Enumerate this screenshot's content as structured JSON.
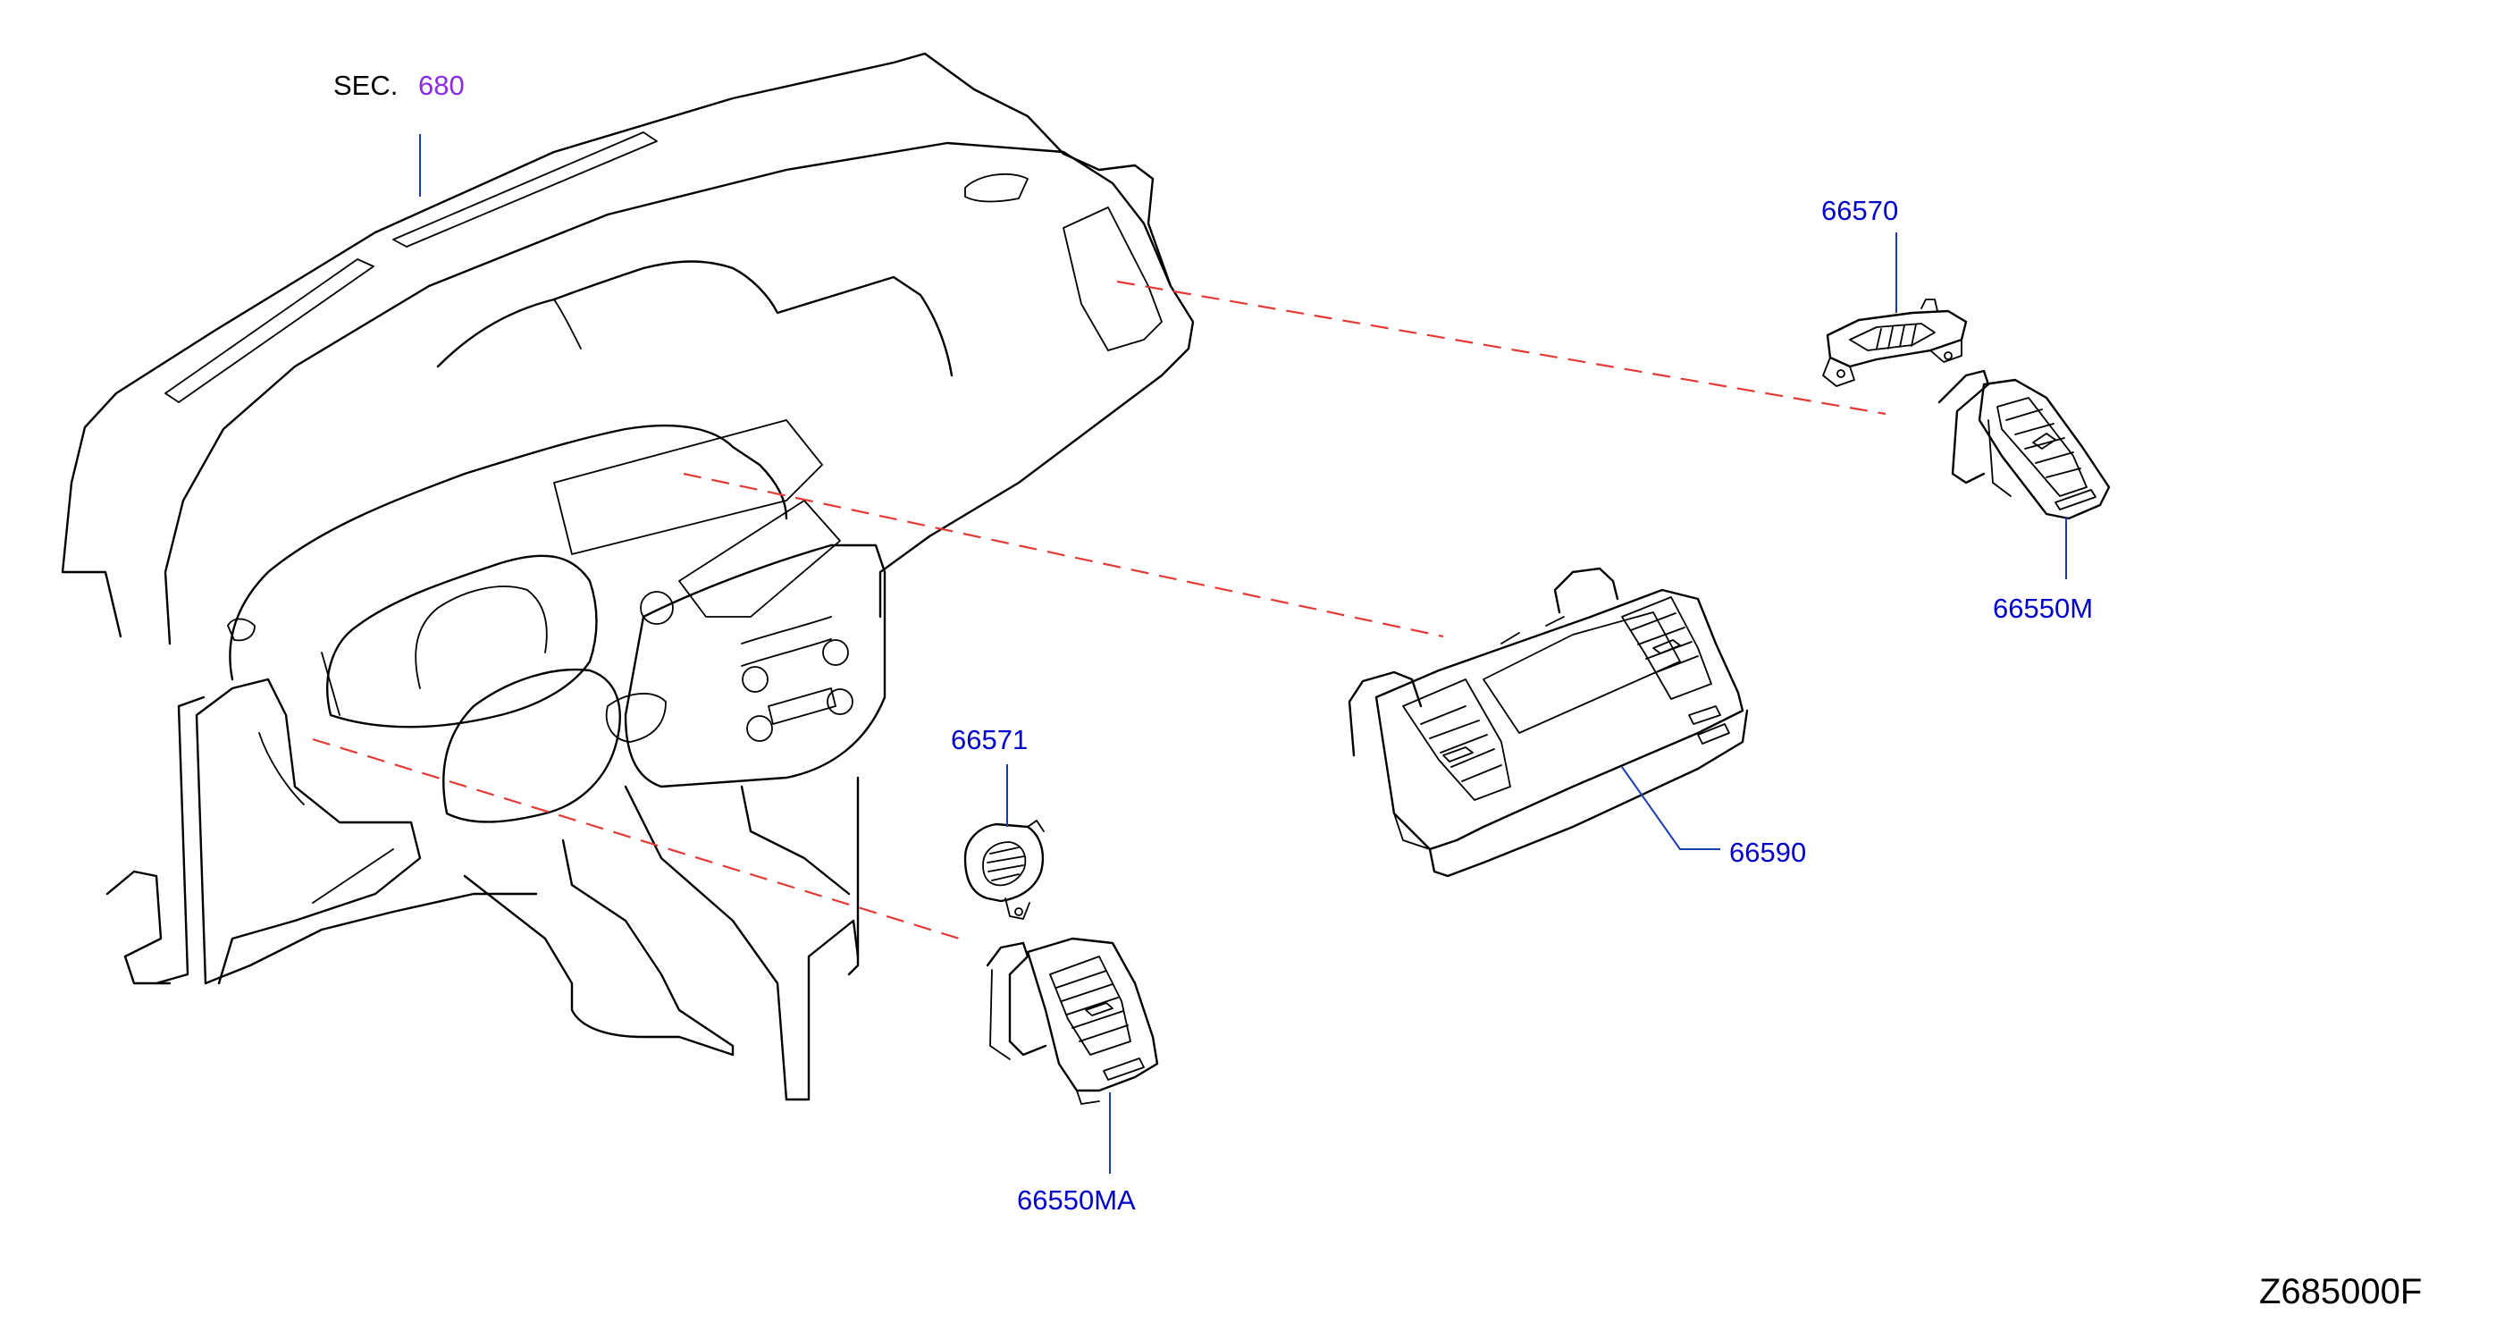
{
  "section_ref": {
    "prefix": "SEC.",
    "number": "680"
  },
  "parts": {
    "p66570": "66570",
    "p66550M": "66550M",
    "p66590": "66590",
    "p66571": "66571",
    "p66550MA": "66550MA"
  },
  "drawing_code": "Z685000F",
  "colors": {
    "part_label": "#0000cc",
    "section_number": "#8a2be2",
    "leader_line": "#1a3cb0",
    "phantom_line": "#e53935"
  }
}
